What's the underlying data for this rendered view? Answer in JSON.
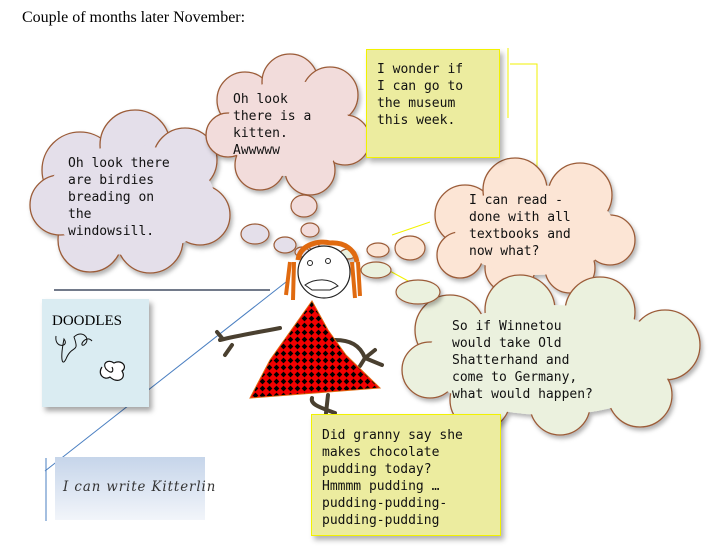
{
  "title": "Couple of months later November:",
  "bubbles": {
    "birdies": "Oh look there\nare birdies\nbreading on\nthe\nwindowsill.",
    "kitten": "Oh look\nthere is a\nkitten.\nAwwwww",
    "read": "I can read -\ndone with all\ntextbooks and\nnow what?",
    "winnetou": "So if Winnetou\nwould take Old\nShatterhand and\ncome to Germany,\nwhat would happen?"
  },
  "notes": {
    "museum": "I wonder if\nI can go to\nthe museum\nthis week.",
    "pudding": "Did granny say she\nmakes chocolate\npudding today?\nHmmmm pudding …\npudding-pudding-\npudding-pudding"
  },
  "doodles": {
    "label": "DOODLES"
  },
  "handwriting": {
    "text": "I can write Kitterlin"
  },
  "colors": {
    "purple": "#e4dfea",
    "pink": "#f2dcdb",
    "peach": "#fce5d5",
    "green": "#ebf1de",
    "note": "#ecec9f",
    "stroke": "#9b5b38"
  }
}
